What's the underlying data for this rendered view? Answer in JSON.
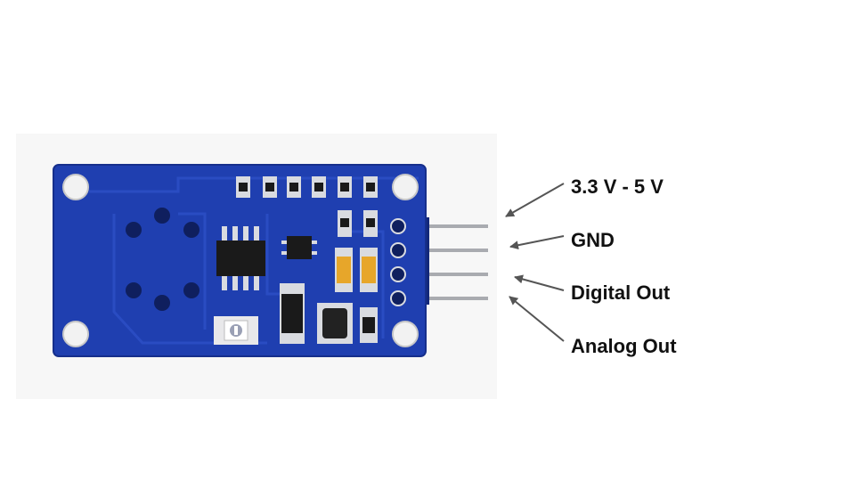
{
  "colors": {
    "pcb": "#1f3fb0",
    "pcb_trace": "#2a4cc2",
    "pcb_edge": "#162f8c",
    "pad_silver": "#d9dbe0",
    "pin_metal": "#a9abb0",
    "chip_black": "#1a1a1a",
    "tantalum": "#e7a62a",
    "arrow": "#555555",
    "label_text": "#111111"
  },
  "labels": {
    "vcc": "3.3 V - 5 V",
    "gnd": "GND",
    "digital_out": "Digital Out",
    "analog_out": "Analog Out"
  }
}
